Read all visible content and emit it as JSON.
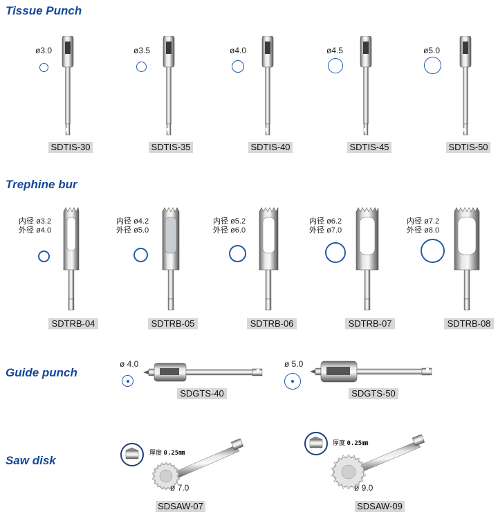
{
  "sections": {
    "tissue_punch": {
      "title": "Tissue Punch",
      "items": [
        {
          "code": "SDTIS-30",
          "diameter": "ø3.0"
        },
        {
          "code": "SDTIS-35",
          "diameter": "ø3.5"
        },
        {
          "code": "SDTIS-40",
          "diameter": "ø4.0"
        },
        {
          "code": "SDTIS-45",
          "diameter": "ø4.5"
        },
        {
          "code": "SDTIS-50",
          "diameter": "ø5.0"
        }
      ]
    },
    "trephine_bur": {
      "title": "Trephine bur",
      "inner_label": "内径",
      "outer_label": "外径",
      "items": [
        {
          "code": "SDTRB-04",
          "inner": "ø3.2",
          "outer": "ø4.0"
        },
        {
          "code": "SDTRB-05",
          "inner": "ø4.2",
          "outer": "ø5.0"
        },
        {
          "code": "SDTRB-06",
          "inner": "ø5.2",
          "outer": "ø6.0"
        },
        {
          "code": "SDTRB-07",
          "inner": "ø6.2",
          "outer": "ø7.0"
        },
        {
          "code": "SDTRB-08",
          "inner": "ø7.2",
          "outer": "ø8.0"
        }
      ]
    },
    "guide_punch": {
      "title": "Guide punch",
      "items": [
        {
          "code": "SDGTS-40",
          "diameter": "ø 4.0"
        },
        {
          "code": "SDGTS-50",
          "diameter": "ø 5.0"
        }
      ]
    },
    "saw_disk": {
      "title": "Saw disk",
      "thickness_label": "厚度",
      "thickness_value": "0.25㎜",
      "items": [
        {
          "code": "SDSAW-07",
          "diameter": "ø 7.0"
        },
        {
          "code": "SDSAW-09",
          "diameter": "ø 9.0"
        }
      ]
    }
  },
  "colors": {
    "title": "#14479a",
    "circle": "#2559a8",
    "code_bg": "#d8d8d8"
  }
}
